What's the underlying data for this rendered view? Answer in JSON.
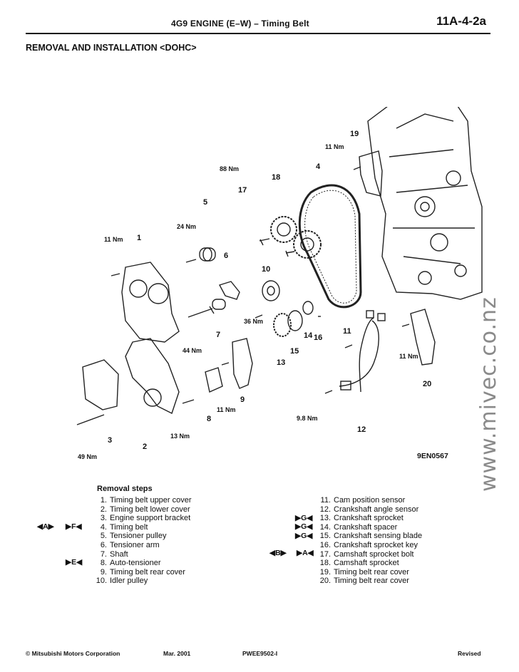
{
  "header": {
    "title": "4G9 ENGINE (E–W) – Timing Belt",
    "page_number": "11A-4-2a"
  },
  "section_title": "REMOVAL AND INSTALLATION <DOHC>",
  "diagram": {
    "figure_code": "9EN0567",
    "callouts": [
      "1",
      "2",
      "3",
      "4",
      "5",
      "6",
      "7",
      "8",
      "9",
      "10",
      "11",
      "12",
      "13",
      "14",
      "16",
      "15",
      "17",
      "18",
      "19",
      "20"
    ],
    "torques": [
      "11 Nm",
      "88 Nm",
      "24 Nm",
      "11 Nm",
      "36 Nm",
      "44 Nm",
      "11 Nm",
      "11 Nm",
      "9.8 Nm",
      "13 Nm",
      "49 Nm"
    ]
  },
  "watermark": "www.mivec.co.nz",
  "removal": {
    "title": "Removal steps",
    "left_steps": [
      {
        "num": "1.",
        "text": "Timing belt upper cover"
      },
      {
        "num": "2.",
        "text": "Timing belt lower cover"
      },
      {
        "num": "3.",
        "text": "Engine support bracket"
      },
      {
        "num": "4.",
        "text": "Timing belt"
      },
      {
        "num": "5.",
        "text": "Tensioner pulley"
      },
      {
        "num": "6.",
        "text": "Tensioner arm"
      },
      {
        "num": "7.",
        "text": "Shaft"
      },
      {
        "num": "8.",
        "text": "Auto-tensioner"
      },
      {
        "num": "9.",
        "text": "Timing belt rear cover"
      },
      {
        "num": "10.",
        "text": "Idler pulley"
      }
    ],
    "right_steps": [
      {
        "num": "11.",
        "text": "Cam position sensor"
      },
      {
        "num": "12.",
        "text": "Crankshaft angle sensor"
      },
      {
        "num": "13.",
        "text": "Crankshaft sprocket"
      },
      {
        "num": "14.",
        "text": "Crankshaft spacer"
      },
      {
        "num": "15.",
        "text": "Crankshaft sensing blade"
      },
      {
        "num": "16.",
        "text": "Crankshaft sprocket key"
      },
      {
        "num": "17.",
        "text": "Camshaft sprocket bolt"
      },
      {
        "num": "18.",
        "text": "Camshaft sprocket"
      },
      {
        "num": "19.",
        "text": "Timing belt rear cover"
      },
      {
        "num": "20.",
        "text": "Timing belt rear cover"
      }
    ],
    "markers": {
      "step4_left": "◀A▶",
      "step4_right": "▶F◀",
      "step8": "▶E◀",
      "step13": "▶G◀",
      "step14": "▶G◀",
      "step15": "▶G◀",
      "step17_left": "◀B▶",
      "step17_right": "▶A◀"
    }
  },
  "footer": {
    "copyright": "© Mitsubishi Motors Corporation",
    "date": "Mar. 2001",
    "code": "PWEE9502-I",
    "status": "Revised"
  }
}
